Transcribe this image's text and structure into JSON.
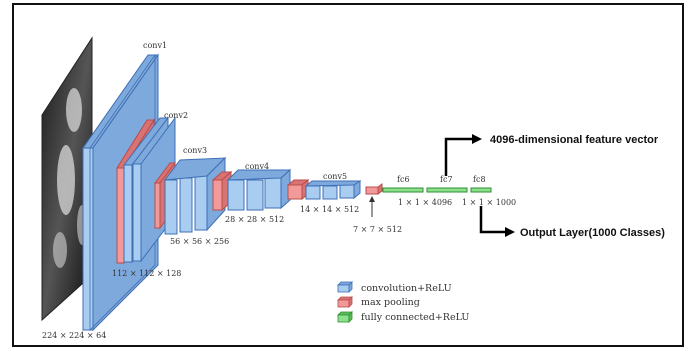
{
  "colors": {
    "conv_face": "#a9cdf1",
    "conv_side": "#7ea9dc",
    "conv_edge": "#3f6fb5",
    "pool_face": "#f29a9a",
    "pool_side": "#d97272",
    "pool_edge": "#b94d4d",
    "fc_face": "#8ee08e",
    "fc_side": "#5bbd5b",
    "fc_edge": "#2f8f2f"
  },
  "layers": {
    "conv1": "conv1",
    "conv2": "conv2",
    "conv3": "conv3",
    "conv4": "conv4",
    "conv5": "conv5",
    "fc6": "fc6",
    "fc7": "fc7",
    "fc8": "fc8"
  },
  "dims": {
    "d224": "224 × 224 × 64",
    "d112": "112 × 112 × 128",
    "d56": "56 × 56 × 256",
    "d28": "28 × 28 × 512",
    "d14": "14 × 14 × 512",
    "d7": "7 × 7 × 512",
    "d4096": "1 × 1 × 4096",
    "d1000": "1 × 1 × 1000"
  },
  "annotations": {
    "feature_vector": "4096-dimensional feature vector",
    "output_layer": "Output Layer(1000 Classes)"
  },
  "legend": {
    "conv": "convolution+ReLU",
    "pool": "max pooling",
    "fc": "fully connected+ReLU"
  }
}
